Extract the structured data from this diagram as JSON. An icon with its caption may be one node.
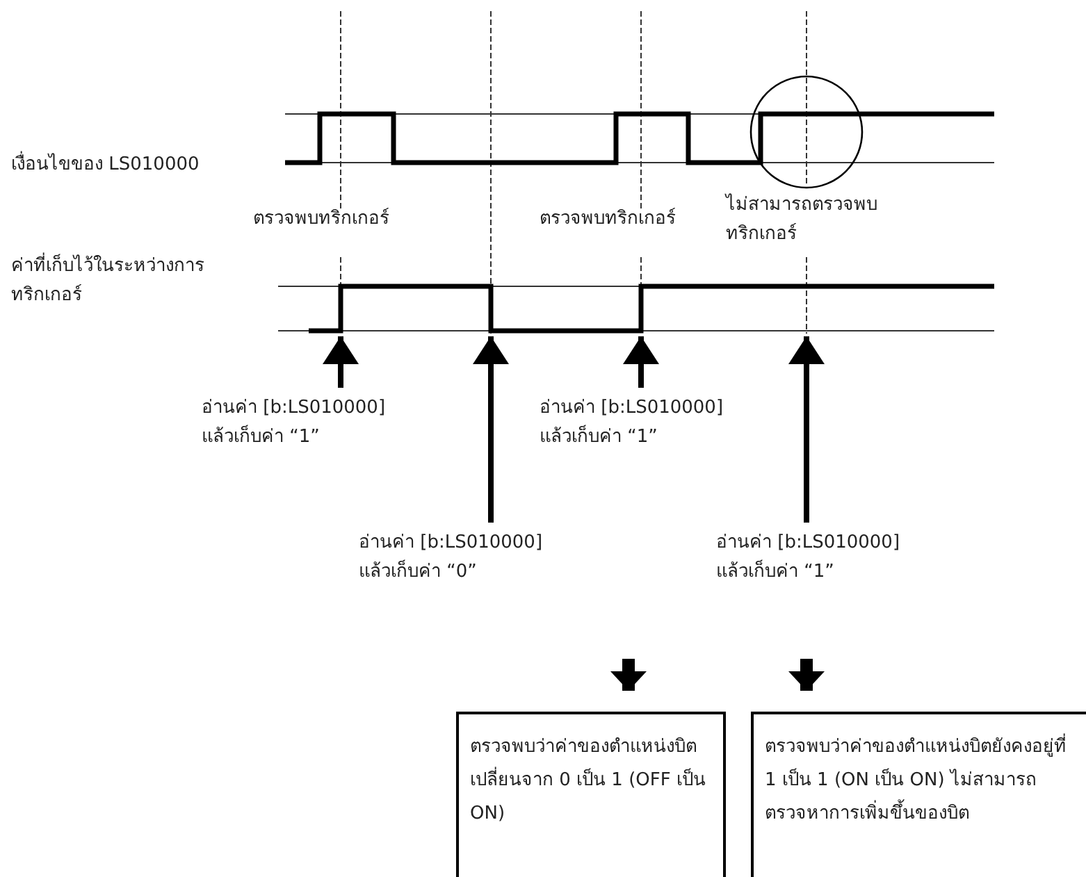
{
  "diagram": {
    "nodes": [
      {
        "text": [
          "อ่านค่า [b:LS010000] แล้วเก็บค่า “1”"
        ]
      },
      {
        "text": [
          "อ่านค่า [b:LS010000] แล้วเก็บค่า “1”"
        ]
      },
      {
        "text": [
          "อ่านค่า [b:LS010000] แล้วเก็บค่า “0”"
        ]
      },
      {
        "text": [
          "อ่านค่า [b:LS010000] แล้วเก็บค่า “1”"
        ]
      },
      {
        "text": [
          "ตรวจพบว่าค่าของตำแหน่งบิตเปลี่ยนจาก 0 เป็น 1 (OFF เป็น ON)"
        ]
      },
      {
        "text": [
          "ตรวจพบว่าค่าของตำแหน่งบิตยังคงอยู่ที่ 1 เป็น 1 (ON เป็น ON) ไม่สามารถตรวจหาการเพิ่มขึ้นของบิต"
        ]
      }
    ],
    "edges": [
      {
        "from": 0,
        "to": null,
        "arrow": "to"
      },
      {
        "from": 1,
        "to": null,
        "arrow": "to"
      },
      {
        "from": 2,
        "to": null,
        "arrow": "to"
      },
      {
        "from": 3,
        "to": null,
        "arrow": "to"
      },
      {
        "from": null,
        "to": 4,
        "arrow": "to",
        "style": "thick"
      },
      {
        "from": null,
        "to": 5,
        "arrow": "to",
        "style": "thick"
      }
    ],
    "labels": [
      "เงื่อนไขของ LS010000",
      "ตรวจพบทริกเกอร์",
      "ตรวจพบทริกเกอร์",
      "ไม่สามารถตรวจพบทริกเกอร์",
      "ค่าที่เก็บไว้ในระหว่างการทริกเกอร์"
    ]
  }
}
